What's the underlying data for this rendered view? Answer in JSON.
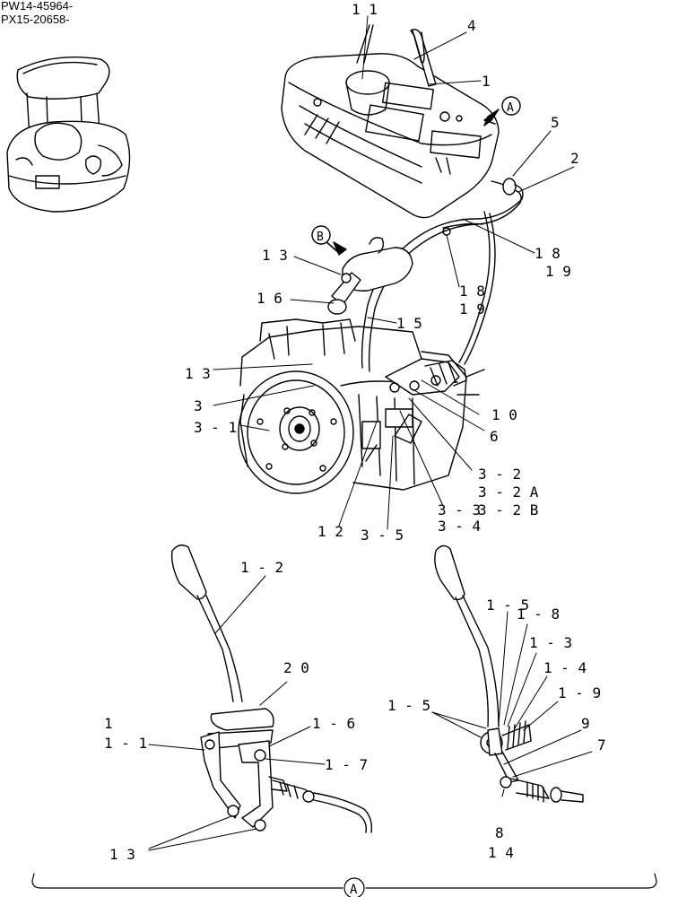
{
  "header": {
    "serial_1": "PW14-45964-",
    "serial_2": "PX15-20658-"
  },
  "callouts": {
    "c11": "1 1",
    "c4": "4",
    "c1": "1",
    "view_a_top": "A",
    "c5": "5",
    "c2": "2",
    "view_b": "B",
    "c13_a": "1 3",
    "c18_19_right_a": "1 8",
    "c18_19_right_b": "1 9",
    "c16": "1 6",
    "c18_19_mid_a": "1 8",
    "c18_19_mid_b": "1 9",
    "c15": "1 5",
    "c13_b": "1 3",
    "c3": "3",
    "c3_1": "3 - 1",
    "c10": "1 0",
    "c6": "6",
    "c3_2": "3 - 2",
    "c3_2a": "3 - 2 A",
    "c3_3": "3 - 3",
    "c3_2b": "3 - 2 B",
    "c3_4": "3 - 4",
    "c12": "1 2",
    "c3_5": "3 - 5",
    "c1_2": "1 - 2",
    "c20": "2 0",
    "c1_left": "1",
    "c1_1": "1 - 1",
    "c1_6": "1 - 6",
    "c1_7": "1 - 7",
    "c13_c": "1 3",
    "c1_5_top": "1 - 5",
    "c1_8": "1 - 8",
    "c1_3": "1 - 3",
    "c1_4": "1 - 4",
    "c1_9": "1 - 9",
    "c1_5_left": "1 - 5",
    "c9": "9",
    "c7": "7",
    "c8": "8",
    "c14": "1 4",
    "view_a_bottom": "A"
  }
}
